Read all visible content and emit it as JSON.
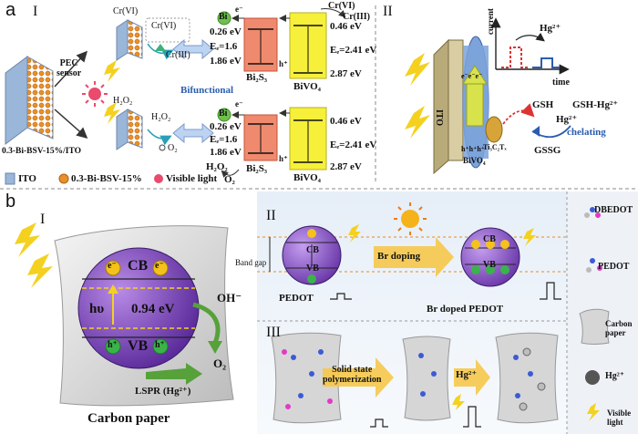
{
  "colors": {
    "bi2s3": "#f08a6e",
    "bivo4": "#f6f03a",
    "arrow_blue": "#bcd3f2",
    "purple": "#8a4fd0",
    "sky": "#dfe8f2",
    "orange": "#e88a25",
    "green": "#56a13a"
  },
  "panel_a": {
    "letter": "a",
    "I": {
      "roman": "I",
      "pec_sensor": "PEC\nsensor",
      "electrode_label": "0.3-Bi-BSV-15%/ITO",
      "cr6": "Cr(VI)",
      "cr3": "Cr(III)",
      "h2o2": "H₂O₂",
      "o2": "O₂",
      "bifunctional": "Bifunctional",
      "legend": {
        "ito": "ITO",
        "particle": "0.3-Bi-BSV-15%",
        "light": "Visible light"
      },
      "top": {
        "bi": "Bi",
        "e": "e⁻",
        "bi_level": "0.26 eV",
        "eg": "Eₑ=1.6",
        "bi_vb": "1.86 eV",
        "h": "h⁺",
        "bi2s3": "Bi₂S₃",
        "cb": "0.46 eV",
        "eg2": "Eₑ=2.41 eV",
        "vb": "2.87 eV",
        "bivo4": "BiVO₄",
        "cr6": "Cr(VI)",
        "cr3": "Cr(III)"
      },
      "bottom": {
        "bi": "Bi",
        "e": "e⁻",
        "bi_level": "0.26 eV",
        "eg": "Eₑ=1.6",
        "bi_vb": "1.86 eV",
        "h": "h⁺",
        "bi2s3": "Bi₂S₃",
        "cb": "0.46 eV",
        "eg2": "Eₑ=2.41 eV",
        "vb": "2.87 eV",
        "bivo4": "BiVO₄",
        "h2o2": "H₂O₂",
        "o2": "O₂"
      }
    },
    "II": {
      "roman": "II",
      "current": "current",
      "time": "time",
      "hg": "Hg²⁺",
      "ito": "ITO",
      "bivo4": "BiVO₄",
      "ti": "Ti₃C₂Tₓ",
      "gsh": "GSH",
      "gsh_hg": "GSH-Hg²⁺",
      "hg2": "Hg²⁺",
      "chelating": "chelating",
      "gssg": "GSSG",
      "eee": "e⁻e⁻e⁻",
      "hhh": "h⁺h⁺h⁺"
    }
  },
  "panel_b": {
    "letter": "b",
    "I": {
      "roman": "I",
      "cb": "CB",
      "vb": "VB",
      "hv": "hυ",
      "gap": "0.94 eV",
      "oh": "OH⁻",
      "o2": "O₂",
      "lspr": "LSPR (Hg²⁺)",
      "carbon_paper": "Carbon paper",
      "e": "e⁻",
      "h": "h⁺"
    },
    "II": {
      "roman": "II",
      "band_gap": "Band gap",
      "cb": "CB",
      "vb": "VB",
      "br_doping": "Br doping",
      "pedot": "PEDOT",
      "br_pedot": "Br doped PEDOT"
    },
    "III": {
      "roman": "III",
      "polymerization": "Solid state\npolymerization",
      "hg": "Hg²⁺"
    },
    "legend": {
      "dbedot": "DBEDOT",
      "pedot": "PEDOT",
      "carbon_paper": "Carbon\npaper",
      "hg": "Hg²⁺",
      "light": "Visible\nlight"
    }
  }
}
